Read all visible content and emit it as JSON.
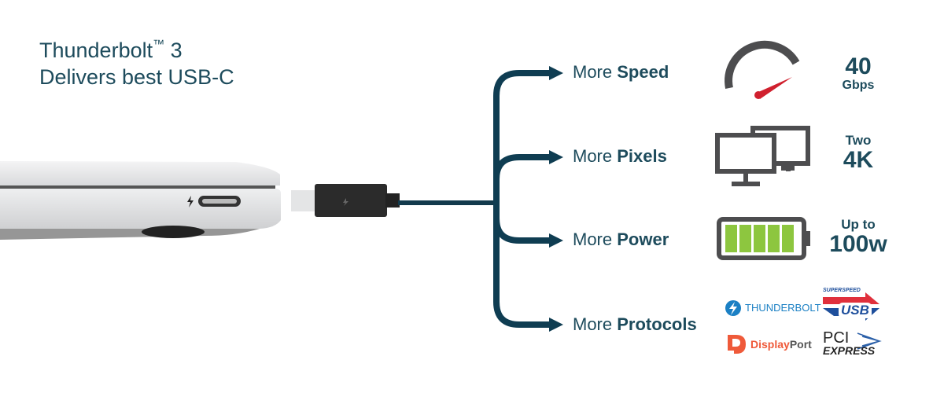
{
  "title": {
    "line1": "Thunderbolt",
    "tm": "™",
    "line1_suffix": " 3",
    "line2": "Delivers best USB-C"
  },
  "rows": [
    {
      "prefix": "More ",
      "bold": "Speed",
      "icon": "speedometer-icon",
      "value_big": "40",
      "value_small": "Gbps"
    },
    {
      "prefix": "More ",
      "bold": "Pixels",
      "icon": "dual-monitor-icon",
      "value_small": "Two",
      "value_big": "4K"
    },
    {
      "prefix": "More ",
      "bold": "Power",
      "icon": "battery-icon",
      "value_small": "Up to",
      "value_big": "100w"
    },
    {
      "prefix": "More ",
      "bold": "Protocols",
      "icon": "protocol-logos"
    }
  ],
  "logos": {
    "thunderbolt": "THUNDERBOLT",
    "usb_top": "SUPERSPEED",
    "usb": "USB",
    "displayport_a": "Display",
    "displayport_b": "Port",
    "pci": "PCI",
    "express": "EXPRESS"
  },
  "colors": {
    "navy": "#0f3d52",
    "text": "#1d4b5c",
    "red": "#d0202e",
    "green": "#8dc63f",
    "gray": "#4d4d4f"
  }
}
